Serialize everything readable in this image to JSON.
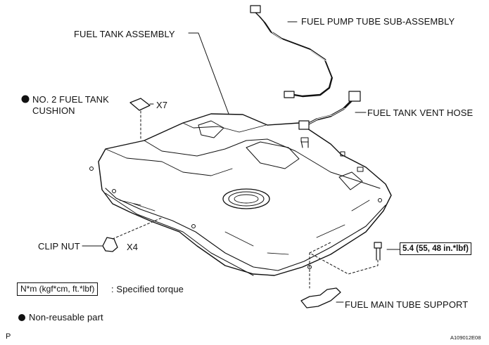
{
  "labels": {
    "fuel_pump_tube": "FUEL PUMP TUBE SUB-ASSEMBLY",
    "fuel_tank_assembly": "FUEL TANK ASSEMBLY",
    "no2_cushion_line1": "NO. 2 FUEL TANK",
    "no2_cushion_line2": "CUSHION",
    "cushion_qty": "X7",
    "fuel_tank_vent_hose": "FUEL TANK VENT HOSE",
    "clip_nut": "CLIP NUT",
    "clip_nut_qty": "X4",
    "torque_value": "5.4 (55, 48 in.*lbf)",
    "fuel_main_tube_support": "FUEL MAIN TUBE SUPPORT"
  },
  "legend": {
    "torque_unit": "N*m (kgf*cm, ft.*lbf)",
    "torque_desc": ": Specified torque",
    "non_reusable": "Non-reusable part"
  },
  "footer": {
    "left_mark": "P",
    "figure_id": "A109012E08"
  }
}
